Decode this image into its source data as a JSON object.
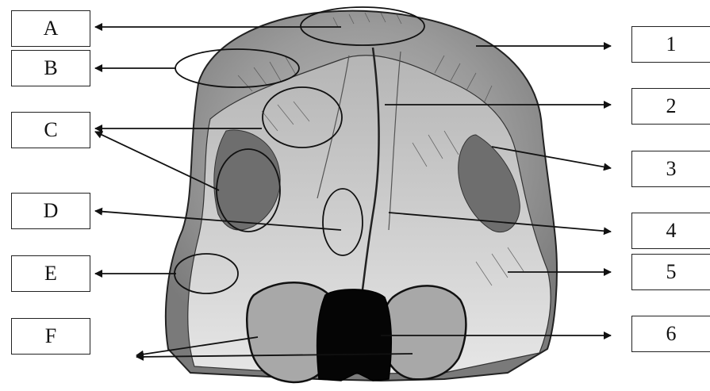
{
  "left_labels": [
    "A",
    "B",
    "C",
    "D",
    "E",
    "F"
  ],
  "right_labels": [
    "1",
    "2",
    "3",
    "4",
    "5",
    "6"
  ],
  "colors": {
    "bone": "#8e8e8e",
    "bone_light": "#c9c9c9",
    "ink": "#111111",
    "paper": "#ffffff"
  }
}
